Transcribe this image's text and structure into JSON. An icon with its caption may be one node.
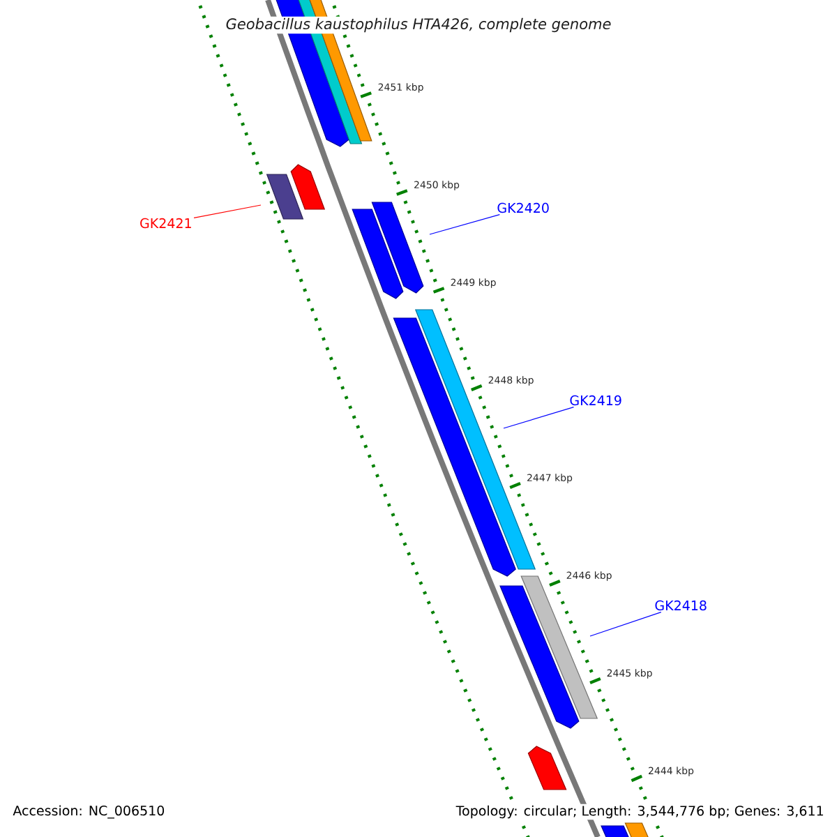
{
  "diagram": {
    "title": "Geobacillus kaustophilus HTA426, complete genome",
    "nodes": [
      {
        "text": [
          "GK2421"
        ]
      },
      {
        "text": [
          "GK2420"
        ]
      },
      {
        "text": [
          "GK2419"
        ]
      },
      {
        "text": [
          "GK2418"
        ]
      }
    ],
    "edges": [
      {
        "from": 0,
        "to": null,
        "arrow": "none",
        "color": "#ff0000"
      },
      {
        "from": 1,
        "to": null,
        "arrow": "none"
      },
      {
        "from": 2,
        "to": null,
        "arrow": "none"
      },
      {
        "from": 3,
        "to": null,
        "arrow": "none"
      }
    ],
    "labels": [
      "2451 kbp",
      "2450 kbp",
      "2449 kbp",
      "2448 kbp",
      "2447 kbp",
      "2446 kbp",
      "2445 kbp",
      "2444 kbp",
      "Accession: NC_006510",
      "Topology: circular; Length: 3,544,776 bp; Genes: 3,611"
    ]
  }
}
